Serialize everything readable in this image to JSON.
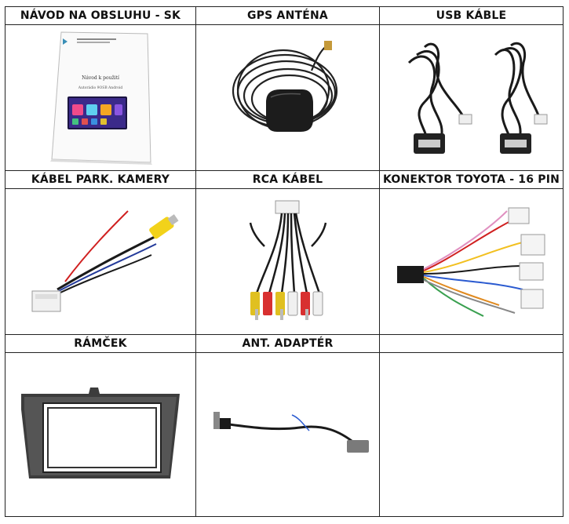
{
  "cells": [
    {
      "label": "NÁVOD NA OBSLUHU - SK",
      "icon": "manual-booklet"
    },
    {
      "label": "GPS ANTÉNA",
      "icon": "gps-antenna"
    },
    {
      "label": "USB KÁBLE",
      "icon": "usb-cables"
    },
    {
      "label": "KÁBEL PARK. KAMERY",
      "icon": "camera-cable"
    },
    {
      "label": "RCA KÁBEL",
      "icon": "rca-cable"
    },
    {
      "label": "KONEKTOR TOYOTA - 16 PIN",
      "icon": "toyota-harness"
    },
    {
      "label": "RÁMČEK",
      "icon": "dash-frame"
    },
    {
      "label": "ANT. ADAPTÉR",
      "icon": "antenna-adapter"
    },
    {
      "label": "",
      "icon": ""
    }
  ],
  "manual": {
    "title": "Návod k použití",
    "subtitle": "Autorádio 9OSB Android"
  }
}
